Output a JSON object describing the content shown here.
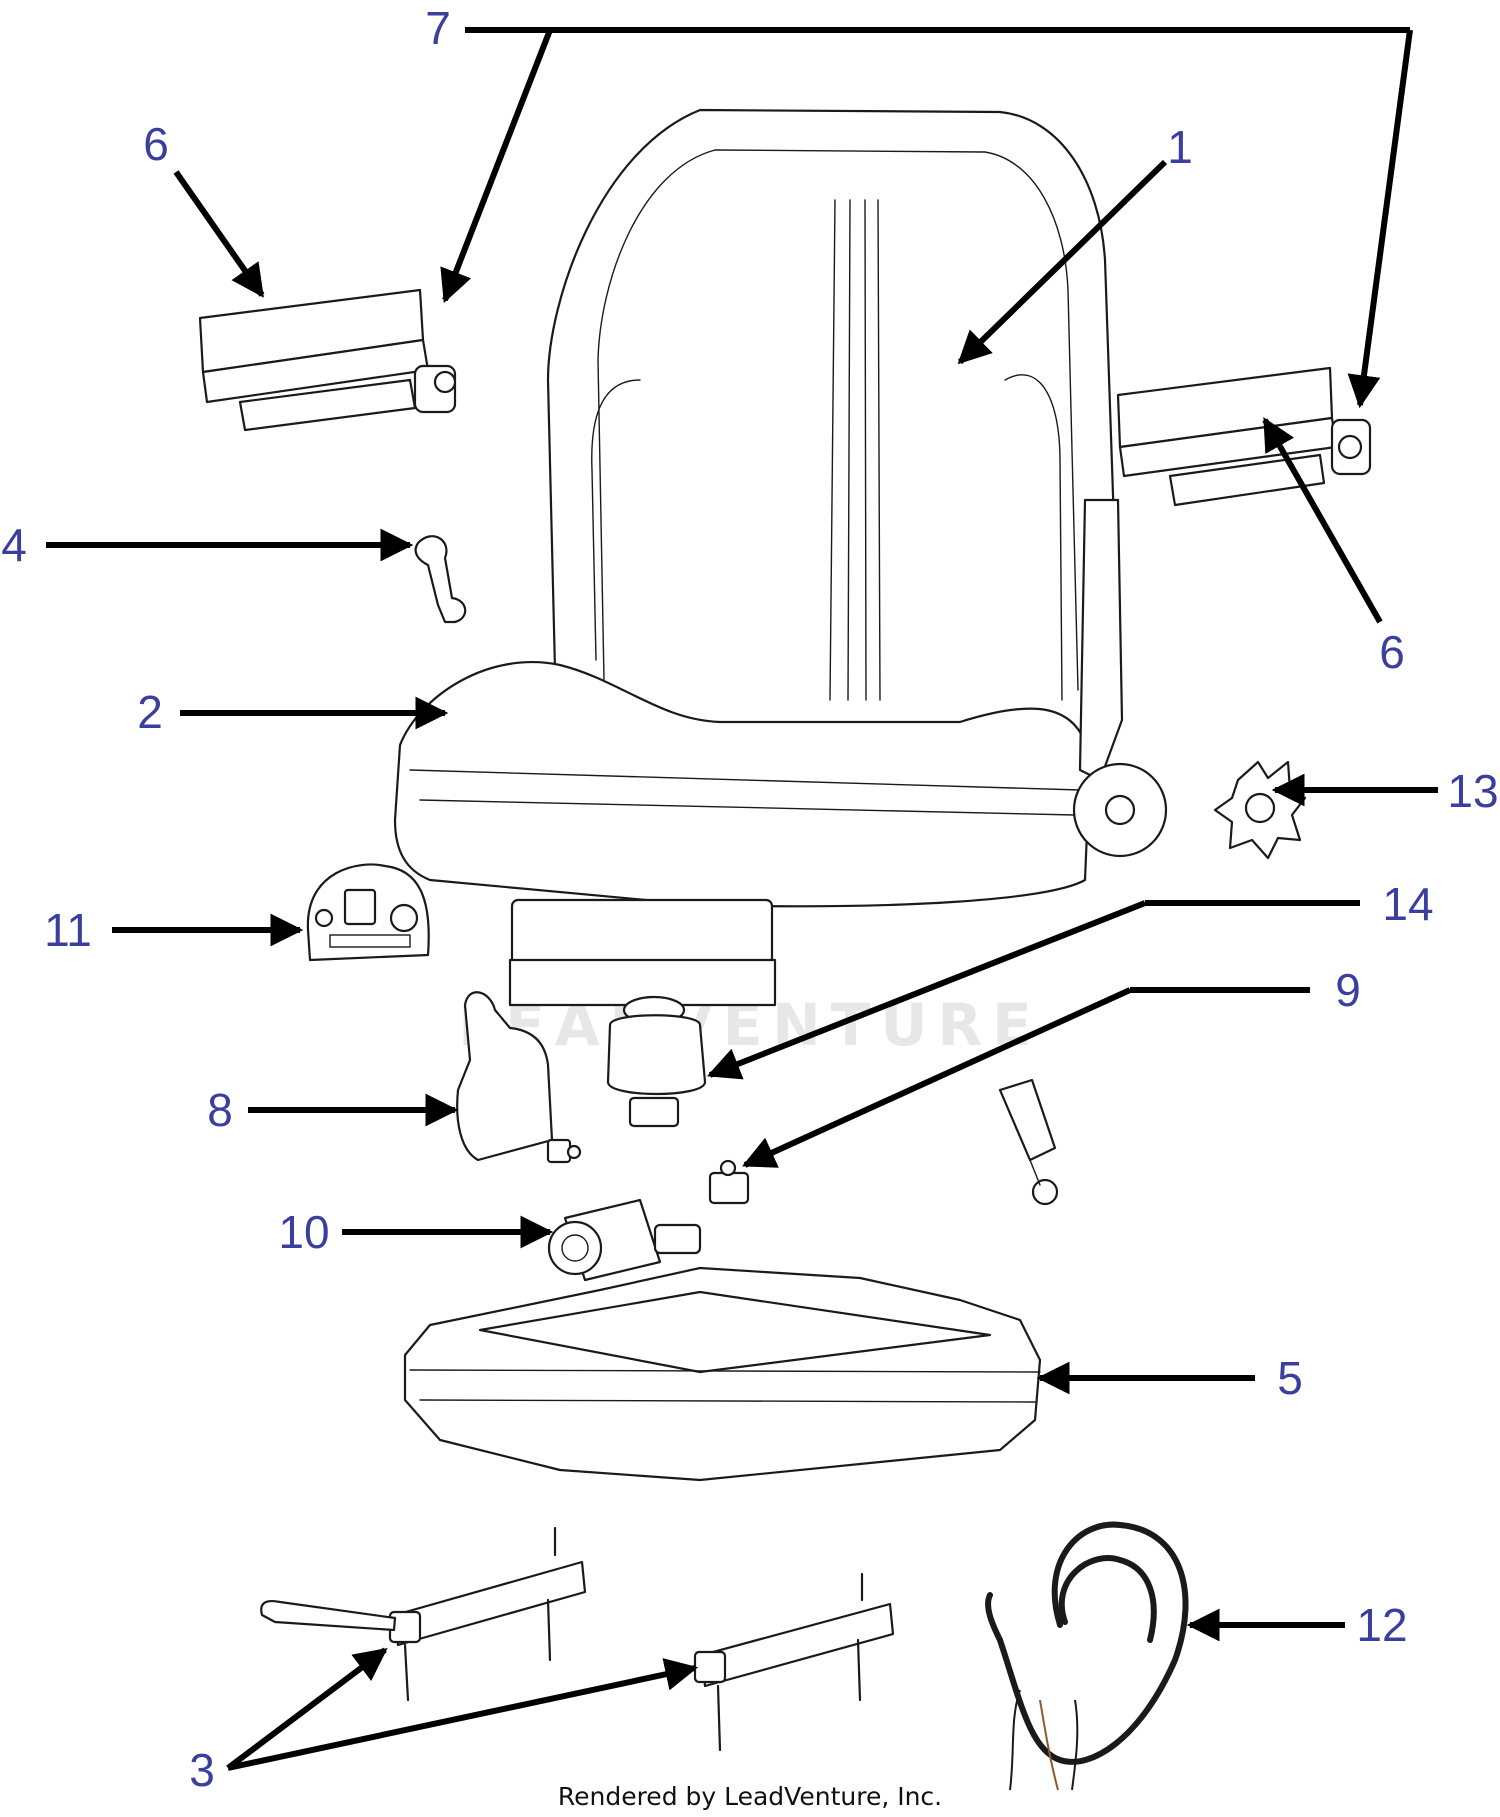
{
  "diagram": {
    "callouts": {
      "c1": "1",
      "c2": "2",
      "c3": "3",
      "c4": "4",
      "c5": "5",
      "c6a": "6",
      "c6b": "6",
      "c7": "7",
      "c8": "8",
      "c9": "9",
      "c10": "10",
      "c11": "11",
      "c12": "12",
      "c13": "13",
      "c14": "14"
    },
    "footer": "Rendered by LeadVenture, Inc.",
    "watermark": "LEADVENTURE",
    "colors": {
      "callout": "#3a3f9e",
      "lines": "#000000"
    }
  }
}
